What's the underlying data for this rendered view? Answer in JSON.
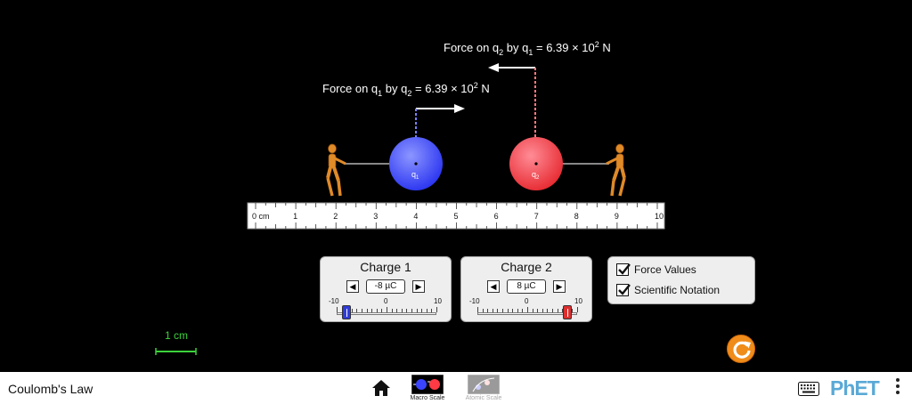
{
  "sim": {
    "force_label_q2": {
      "prefix": "Force on q",
      "sub1": "2",
      "mid": " by q",
      "sub2": "1",
      "value": " = 6.39 × 10",
      "exp": "2",
      "unit": " N"
    },
    "force_label_q1": {
      "prefix": "Force on q",
      "sub1": "1",
      "mid": " by q",
      "sub2": "2",
      "value": " = 6.39 × 10",
      "exp": "2",
      "unit": " N"
    },
    "charge1_label": "q",
    "charge1_sub": "1",
    "charge2_label": "q",
    "charge2_sub": "2",
    "charge1_position_cm": 4,
    "charge2_position_cm": 7,
    "charge1_color": "#3a44ff",
    "charge2_color": "#ff3a44"
  },
  "ruler": {
    "unit_label": "0 cm",
    "tick_labels": [
      "1",
      "2",
      "3",
      "4",
      "5",
      "6",
      "7",
      "8",
      "9",
      "10"
    ]
  },
  "charge1_panel": {
    "title": "Charge 1",
    "value": "-8 µC",
    "min_label": "-10",
    "mid_label": "0",
    "max_label": "10",
    "value_fraction": 0.1,
    "thumb_color": "#2f3cdc"
  },
  "charge2_panel": {
    "title": "Charge 2",
    "value": "8 µC",
    "min_label": "-10",
    "mid_label": "0",
    "max_label": "10",
    "value_fraction": 0.9,
    "thumb_color": "#dc2f2f"
  },
  "checkboxes": {
    "force_values": {
      "label": "Force Values",
      "checked": true
    },
    "scientific_notation": {
      "label": "Scientific Notation",
      "checked": true
    }
  },
  "scale_indicator": {
    "label": "1 cm",
    "color": "#3cd23c"
  },
  "navbar": {
    "title": "Coulomb's Law",
    "screens": [
      {
        "label": "Macro Scale",
        "selected": true
      },
      {
        "label": "Atomic Scale",
        "selected": false
      }
    ],
    "logo": "PhET"
  }
}
